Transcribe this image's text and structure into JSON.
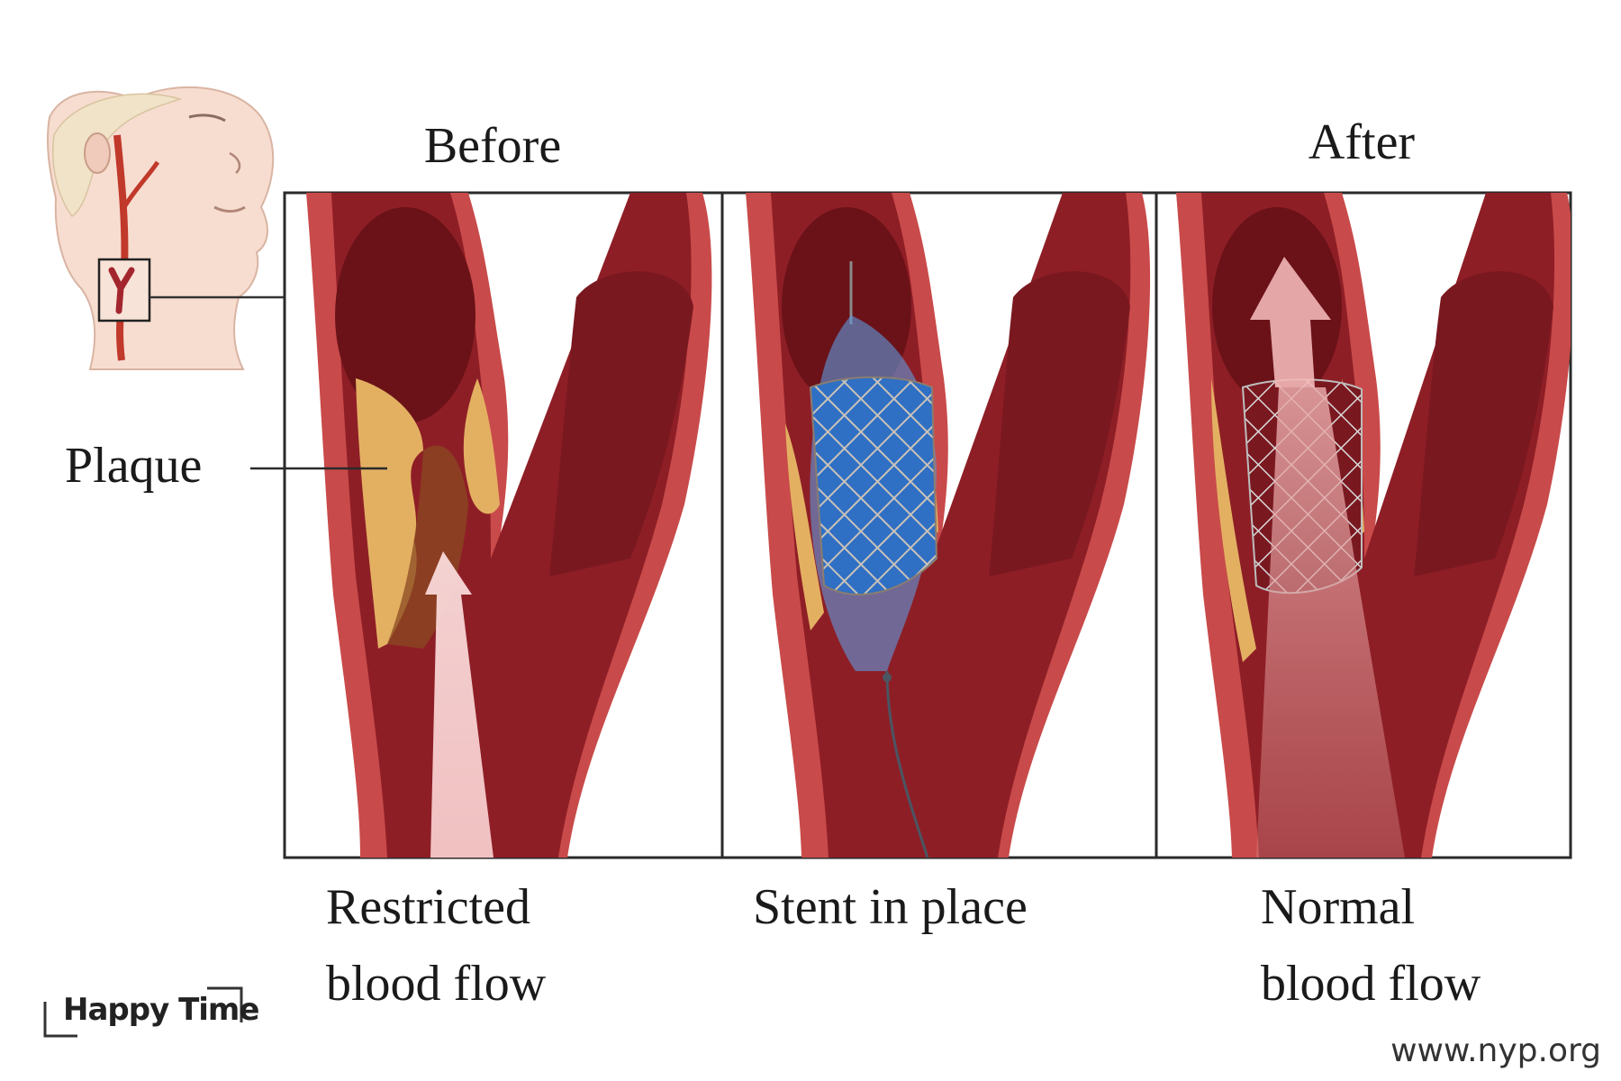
{
  "headings": {
    "before": "Before",
    "after": "After"
  },
  "callout": {
    "plaque": "Plaque"
  },
  "captions": {
    "restricted": {
      "line1": "Restricted",
      "line2": "blood flow"
    },
    "stent": {
      "line1": "Stent in place"
    },
    "normal": {
      "line1": "Normal",
      "line2": "blood flow"
    }
  },
  "watermark": {
    "brand": "Happy Time",
    "url": "www.nyp.org"
  },
  "colors": {
    "vessel_wall": "#c94a4a",
    "vessel_inner": "#8e1e26",
    "lumen_dark": "#6a1218",
    "plaque": "#e3b062",
    "stent_balloon": "#3f7fd0",
    "flow_arrow": "#f2b7b7"
  }
}
